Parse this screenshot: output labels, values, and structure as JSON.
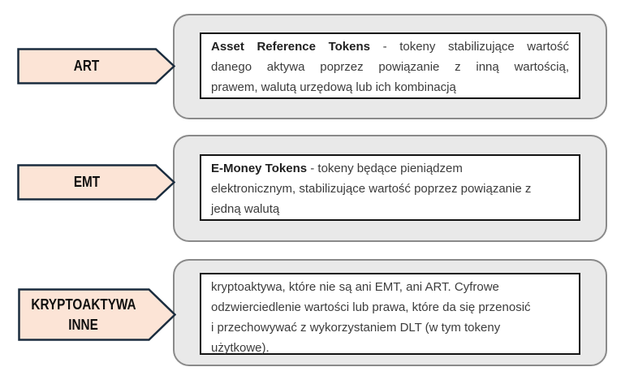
{
  "colors": {
    "background": "#FFFFFF",
    "arrow_fill": "#FCE4D6",
    "arrow_border": "#1A2C3E",
    "card_fill": "#E9E9E9",
    "card_border": "#8A8A8A",
    "textbox_fill": "#FFFFFF",
    "textbox_border": "#141414",
    "body_text": "#3C3C3C",
    "term_text": "#1F1F1F",
    "label_text": "#0E0E0E"
  },
  "rows": [
    {
      "label_lines": [
        "ART"
      ],
      "definition": {
        "lines": [
          {
            "bold": "Asset Reference Tokens",
            "text": " - tokeny stabilizujące wartość"
          },
          {
            "text": "danego aktywa poprzez powiązanie z inną wartością,"
          },
          {
            "text": "prawem, walutą urzędową lub ich kombinacją"
          }
        ]
      }
    },
    {
      "label_lines": [
        "EMT"
      ],
      "definition": {
        "lines": [
          {
            "bold": "E-Money Tokens",
            "text": " - tokeny będące pieniądzem"
          },
          {
            "text": "elektronicznym, stabilizujące wartość poprzez powiązanie z"
          },
          {
            "text": "jedną walutą"
          }
        ]
      }
    },
    {
      "label_lines": [
        "KRYPTOAKTYWA",
        "INNE"
      ],
      "definition": {
        "lines": [
          {
            "text": "kryptoaktywa, które nie są ani EMT, ani ART. Cyfrowe"
          },
          {
            "text": "odzwierciedlenie wartości lub prawa, które da się przenosić"
          },
          {
            "text": "i przechowywać z wykorzystaniem DLT (w tym tokeny"
          },
          {
            "text": "użytkowe)."
          }
        ]
      }
    }
  ]
}
